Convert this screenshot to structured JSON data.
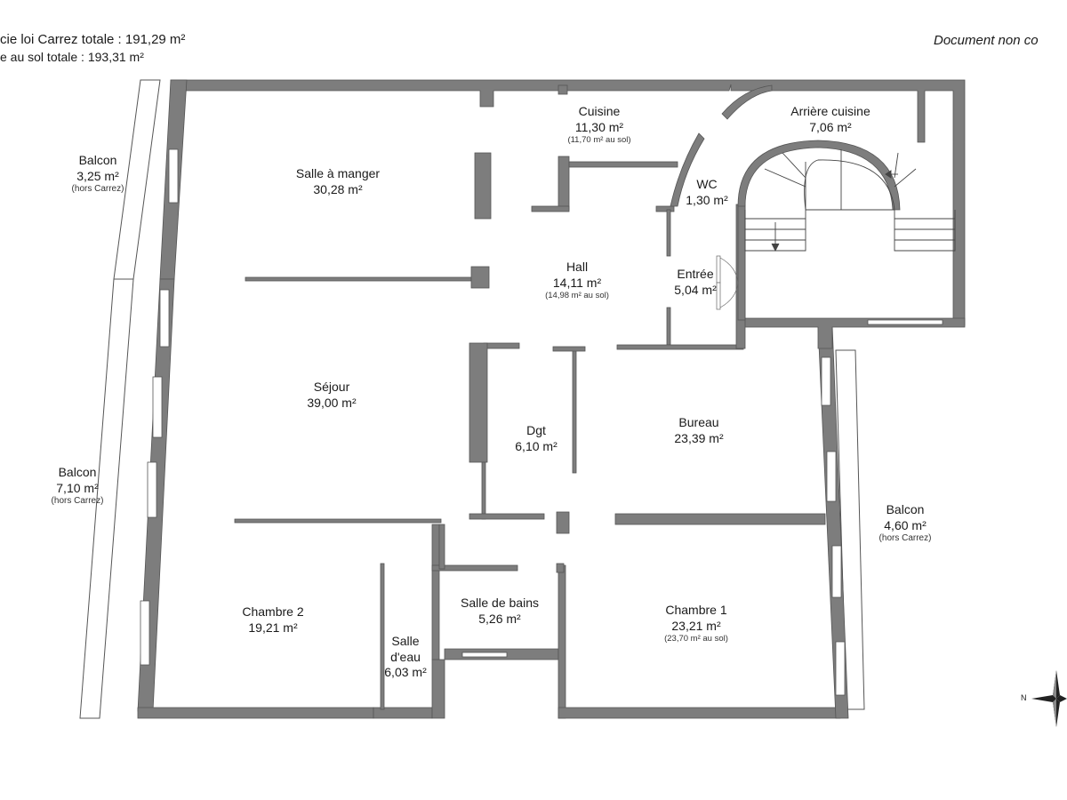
{
  "header": {
    "carrez_total": "cie loi Carrez totale : 191,29 m²",
    "floor_total": "e au sol totale : 193,31 m²",
    "disclaimer": "Document non co"
  },
  "rooms": {
    "salle_a_manger": {
      "name": "Salle à manger",
      "area": "30,28 m²"
    },
    "cuisine": {
      "name": "Cuisine",
      "area": "11,30 m²",
      "note": "(11,70 m² au sol)"
    },
    "arriere_cuisine": {
      "name": "Arrière cuisine",
      "area": "7,06 m²"
    },
    "wc": {
      "name": "WC",
      "area": "1,30 m²"
    },
    "hall": {
      "name": "Hall",
      "area": "14,11 m²",
      "note": "(14,98 m² au sol)"
    },
    "entree": {
      "name": "Entrée",
      "area": "5,04 m²"
    },
    "sejour": {
      "name": "Séjour",
      "area": "39,00 m²"
    },
    "dgt": {
      "name": "Dgt",
      "area": "6,10 m²"
    },
    "bureau": {
      "name": "Bureau",
      "area": "23,39 m²"
    },
    "chambre_2": {
      "name": "Chambre 2",
      "area": "19,21 m²"
    },
    "salle_deau": {
      "name_line1": "Salle",
      "name_line2": "d'eau",
      "area": "6,03 m²"
    },
    "salle_de_bains": {
      "name": "Salle de bains",
      "area": "5,26 m²"
    },
    "chambre_1": {
      "name": "Chambre 1",
      "area": "23,21 m²",
      "note": "(23,70 m² au sol)"
    }
  },
  "balconies": {
    "balcon_1": {
      "name": "Balcon",
      "area": "3,25 m²",
      "note": "(hors Carrez)"
    },
    "balcon_2": {
      "name": "Balcon",
      "area": "7,10 m²",
      "note": "(hors Carrez)"
    },
    "balcon_3": {
      "name": "Balcon",
      "area": "4,60 m²",
      "note": "(hors Carrez)"
    }
  },
  "compass": {
    "label": "N"
  },
  "colors": {
    "wall": "#7d7d7d",
    "line": "#444444",
    "background": "#ffffff"
  }
}
